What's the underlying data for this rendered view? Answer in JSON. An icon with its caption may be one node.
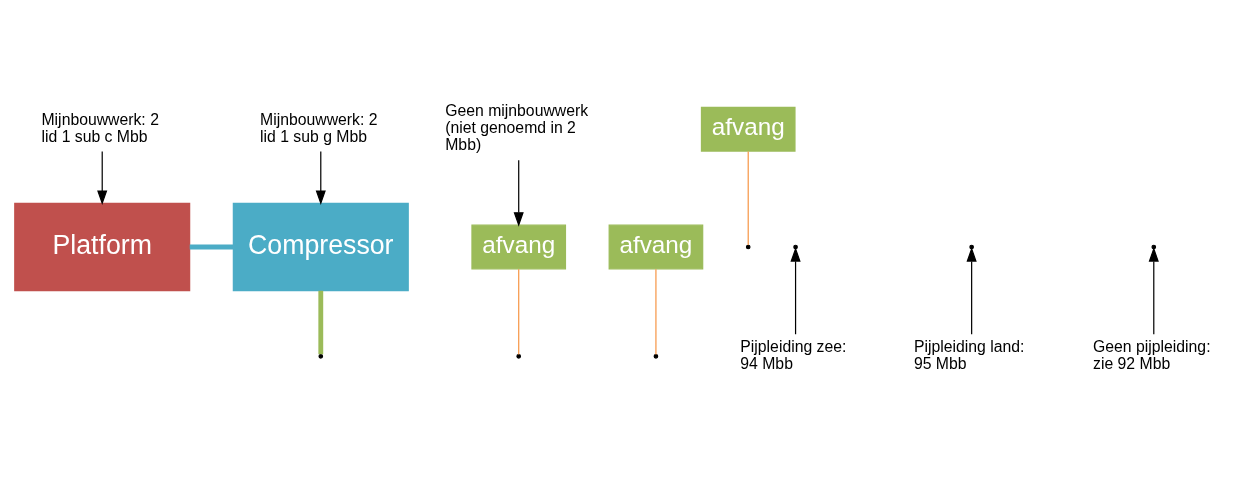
{
  "diagram": {
    "nodes": [
      {
        "text": [
          "Mijnbouwwerk: 2 lid 1 sub c Mbb"
        ]
      },
      {
        "text": [
          "Platform"
        ]
      },
      {
        "text": [
          "Mijnbouwwerk: 2 lid 1 sub g Mbb"
        ]
      },
      {
        "text": [
          "Compressor"
        ]
      },
      {
        "text": [
          "Geen mijnbouwwerk (niet genoemd in 2 Mbb)"
        ]
      },
      {
        "text": [
          "afvang"
        ]
      },
      {
        "text": [
          "afvang"
        ]
      },
      {
        "text": [
          "afvang"
        ]
      },
      {
        "text": [
          "Pijpleiding zee: 94 Mbb"
        ]
      },
      {
        "text": [
          "Pijpleiding land: 95 Mbb"
        ]
      },
      {
        "text": [
          "Geen pijpleiding: zie 92 Mbb"
        ]
      }
    ],
    "edges": [
      {
        "from": 0,
        "to": 1,
        "arrow": "to"
      },
      {
        "from": 2,
        "to": 3,
        "arrow": "to"
      },
      {
        "from": 4,
        "to": 5,
        "arrow": "to"
      },
      {
        "from": 1,
        "to": 3,
        "arrow": "none",
        "style": "thick",
        "color": "#4bacc6"
      },
      {
        "from": 3,
        "to": null,
        "arrow": "none",
        "style": "thick",
        "color": "#9bbb59"
      },
      {
        "from": 5,
        "to": null,
        "arrow": "none",
        "color": "#f79646"
      },
      {
        "from": 6,
        "to": null,
        "arrow": "none",
        "color": "#f79646"
      },
      {
        "from": 7,
        "to": null,
        "arrow": "none",
        "color": "#f79646"
      },
      {
        "from": 8,
        "to": null,
        "arrow": "to"
      },
      {
        "from": 9,
        "to": null,
        "arrow": "to"
      },
      {
        "from": 10,
        "to": null,
        "arrow": "to"
      }
    ]
  }
}
